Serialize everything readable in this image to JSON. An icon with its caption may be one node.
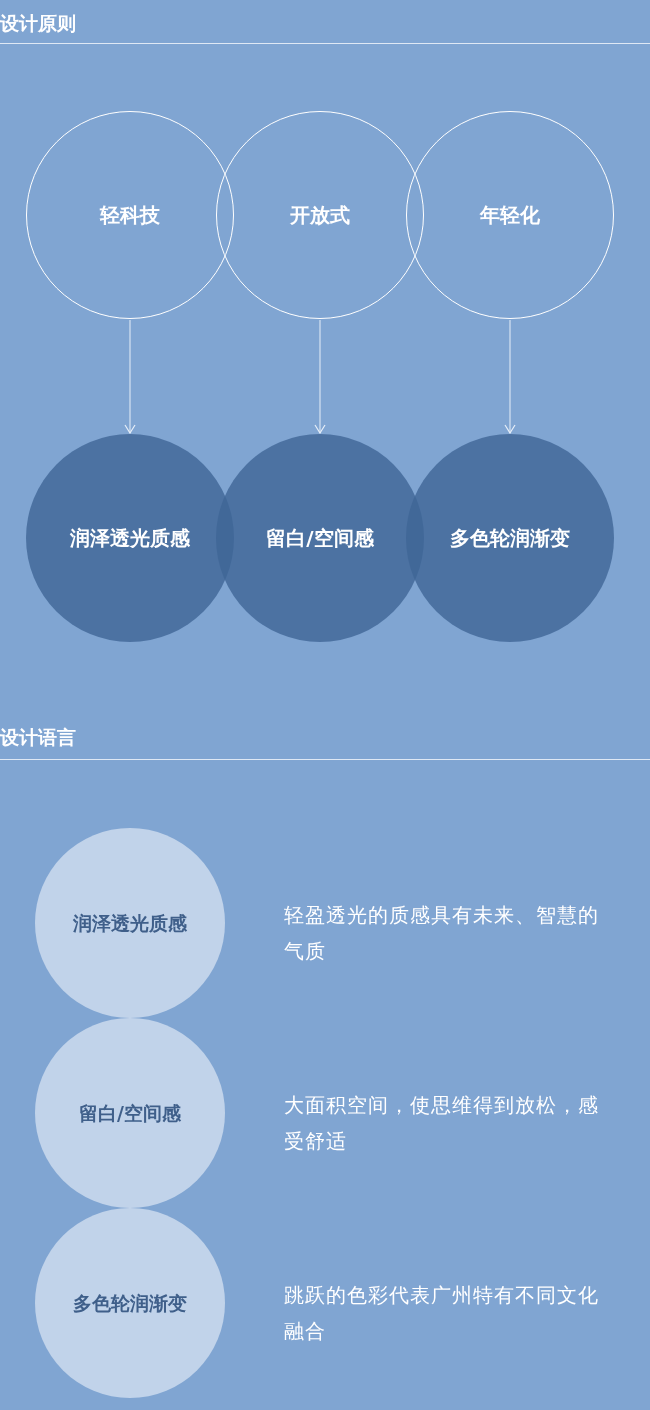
{
  "diagram": {
    "nodes": [
      {
        "text": [
          "轻科技"
        ]
      },
      {
        "text": [
          "开放式"
        ]
      },
      {
        "text": [
          "年轻化"
        ]
      },
      {
        "text": [
          "润泽透光质感"
        ]
      },
      {
        "text": [
          "留白/空间感"
        ]
      },
      {
        "text": [
          "多色轮润渐变"
        ]
      },
      {
        "text": [
          "润泽透光质感"
        ],
        "beside": [
          "轻盈透光的质感具有未来、智慧的气质"
        ]
      },
      {
        "text": [
          "留白/空间感"
        ],
        "beside": [
          "大面积空间，使思维得到放松，感受舒适"
        ]
      },
      {
        "text": [
          "多色轮润渐变"
        ],
        "beside": [
          "跳跃的色彩代表广州特有不同文化融合"
        ]
      }
    ],
    "edges": [
      {
        "from": 0,
        "to": 3,
        "arrow": "to"
      },
      {
        "from": 1,
        "to": 4,
        "arrow": "to"
      },
      {
        "from": 2,
        "to": 5,
        "arrow": "to"
      }
    ],
    "labels": [
      "设计原则",
      "设计语言"
    ]
  }
}
